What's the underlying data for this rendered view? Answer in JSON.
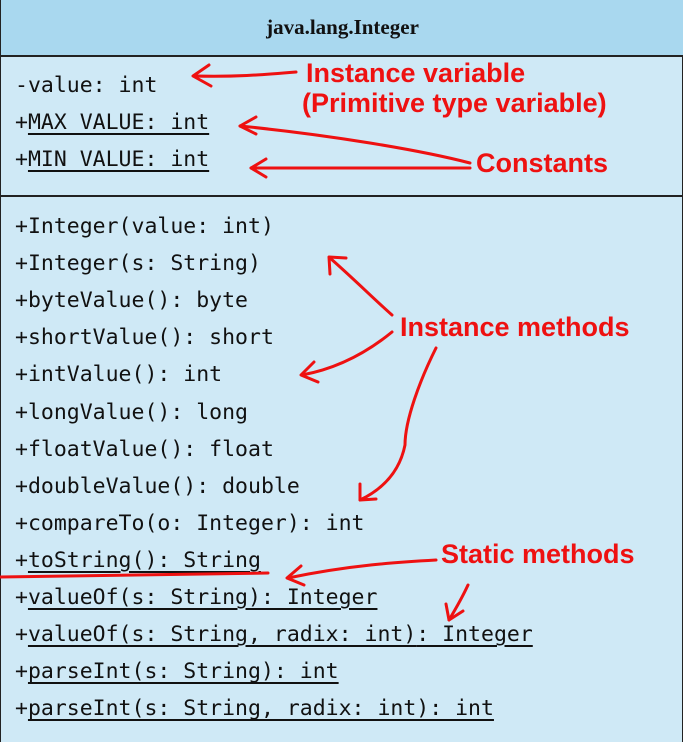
{
  "class_name": "java.lang.Integer",
  "attributes": [
    {
      "prefix": "-",
      "name": "value: int",
      "static": false
    },
    {
      "prefix": "+",
      "name": "MAX_VALUE: int",
      "static": true
    },
    {
      "prefix": "+",
      "name": "MIN_VALUE: int",
      "static": true
    }
  ],
  "methods": [
    {
      "prefix": "+",
      "name": "Integer(value: int)",
      "suffix": "",
      "static": false
    },
    {
      "prefix": "+",
      "name": "Integer(s: String)",
      "suffix": "",
      "static": false
    },
    {
      "prefix": "+",
      "name": "byteValue(): byte",
      "suffix": "",
      "static": false
    },
    {
      "prefix": "+",
      "name": "shortValue(): short",
      "suffix": "",
      "static": false
    },
    {
      "prefix": "+",
      "name": "intValue(): int",
      "suffix": "",
      "static": false
    },
    {
      "prefix": "+",
      "name": "longValue(): long",
      "suffix": "",
      "static": false
    },
    {
      "prefix": "+",
      "name": "floatValue(): float",
      "suffix": "",
      "static": false
    },
    {
      "prefix": "+",
      "name": "doubleValue(): double",
      "suffix": "",
      "static": false
    },
    {
      "prefix": "+",
      "name": "compareTo(o: Integer): int",
      "suffix": "",
      "static": false
    },
    {
      "prefix": "+",
      "name": "toString(): String",
      "suffix": "",
      "static": true
    },
    {
      "prefix": "+",
      "name": "valueOf(s: String): Integer",
      "suffix": "",
      "static": true
    },
    {
      "prefix": "+",
      "name": "valueOf(s: String, radix: int)",
      "suffix": ": Integer",
      "static": true
    },
    {
      "prefix": "+",
      "name": "parseInt(s: String): int",
      "suffix": "",
      "static": true
    },
    {
      "prefix": "+",
      "name": "parseInt(s: String, radix: int): int",
      "suffix": "",
      "static": true
    }
  ],
  "annotations": {
    "instance_variable_line1": "Instance variable",
    "instance_variable_line2": "(Primitive type variable)",
    "constants": "Constants",
    "instance_methods": "Instance methods",
    "static_methods": "Static methods"
  },
  "colors": {
    "box_fill": "#cfe9f6",
    "title_fill": "#a9d8ef",
    "annotation": "#ee1111"
  }
}
